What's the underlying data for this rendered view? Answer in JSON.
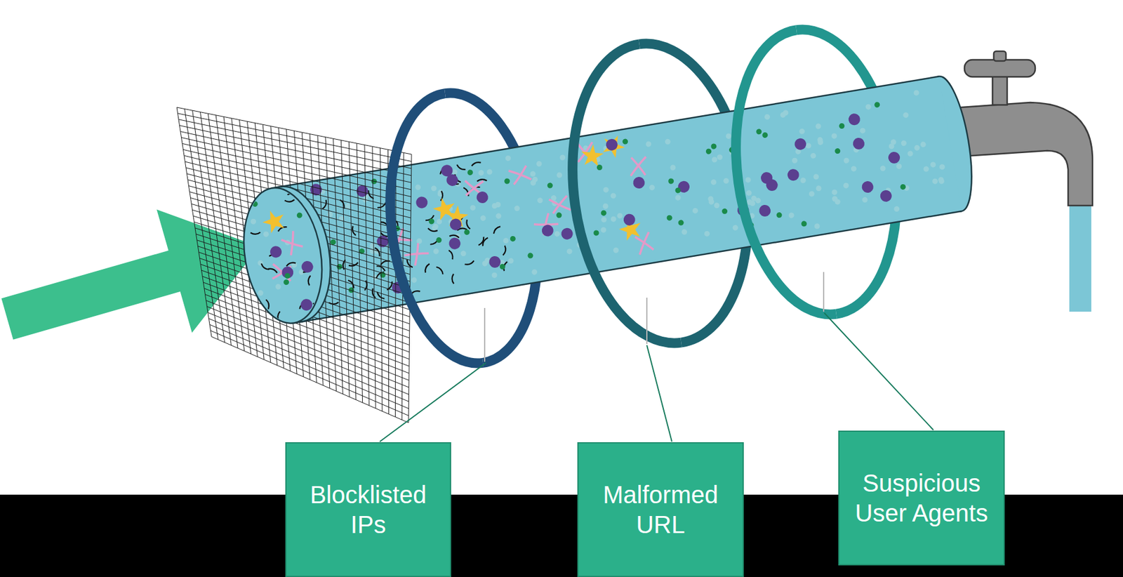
{
  "diagram": {
    "nodes": [
      {
        "text": [
          "Blocklisted IPs"
        ]
      },
      {
        "text": [
          "Malformed URL"
        ]
      },
      {
        "text": [
          "Suspicious User Agents"
        ]
      }
    ]
  }
}
